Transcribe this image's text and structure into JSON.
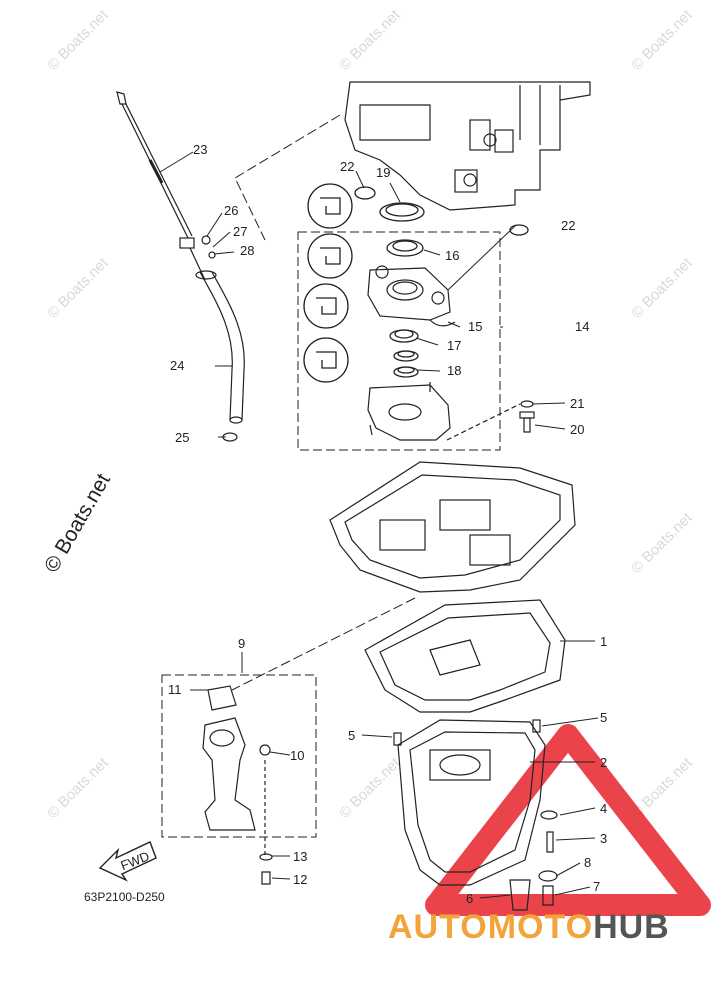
{
  "watermark": "© Boats.net",
  "callouts": [
    "1",
    "2",
    "3",
    "4",
    "5",
    "5",
    "6",
    "7",
    "8",
    "9",
    "10",
    "11",
    "12",
    "13",
    "14",
    "15",
    "16",
    "17",
    "18",
    "19",
    "20",
    "21",
    "22",
    "22",
    "23",
    "24",
    "25",
    "26",
    "27",
    "28"
  ],
  "fwd_label": "FWD",
  "diagram_code": "63P2100-D250",
  "brand": {
    "part1": "AUTOMOTO",
    "part2": "HUB"
  },
  "colors": {
    "line": "#222222",
    "watermark": "#d9d9d9",
    "brand_orange": "#f2a33a",
    "brand_gray": "#555555",
    "triangle": "#e8222a"
  }
}
